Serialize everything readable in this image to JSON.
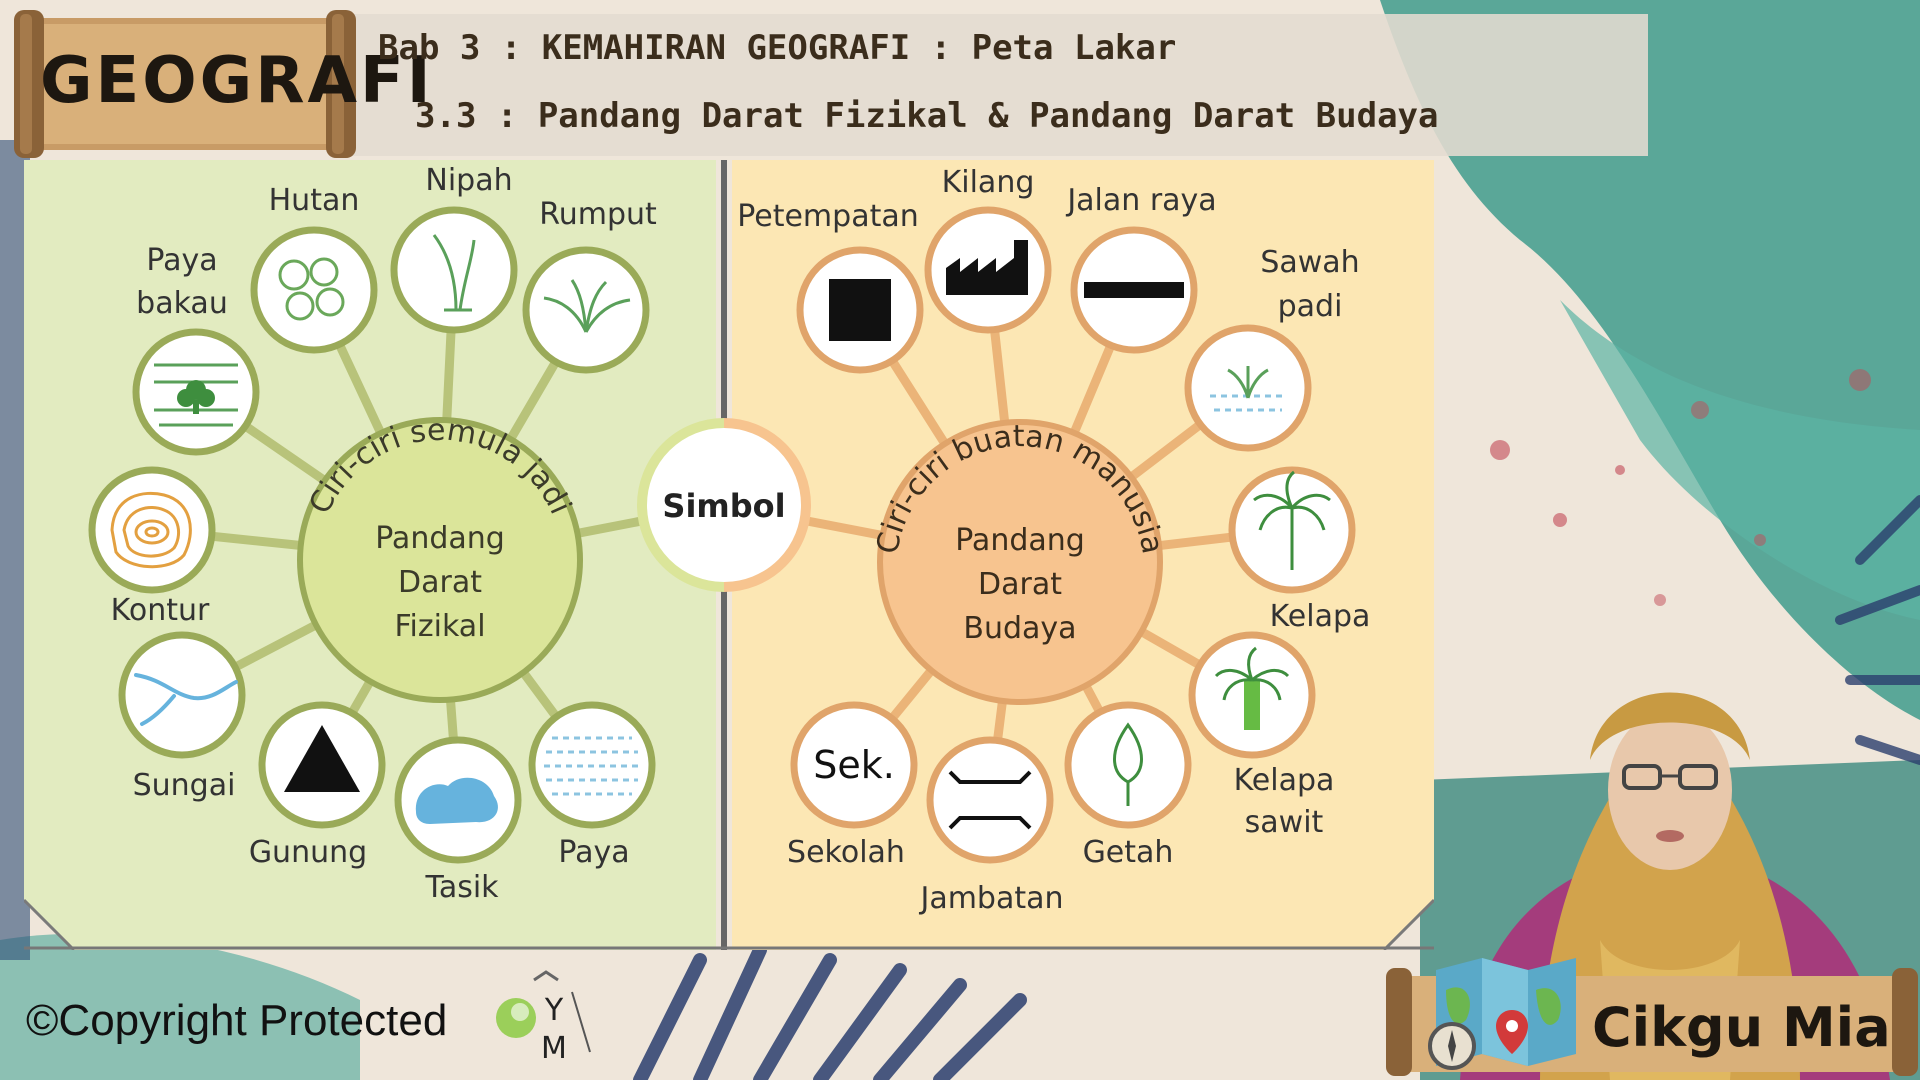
{
  "header": {
    "subject": "GEOGRAFI",
    "chapter": "Bab 3 : KEMAHIRAN GEOGRAFI : Peta Lakar",
    "subtopic": "3.3 : Pandang Darat Fizikal & Pandang Darat Budaya"
  },
  "diagram": {
    "center_label": "Simbol",
    "physical": {
      "arc_label": "Ciri-ciri semula jadi",
      "hub_label": [
        "Pandang",
        "Darat",
        "Fizikal"
      ],
      "items": [
        {
          "label": "Hutan",
          "icon": "forest-icon"
        },
        {
          "label": "Nipah",
          "icon": "nipah-icon"
        },
        {
          "label": "Rumput",
          "icon": "grass-icon"
        },
        {
          "label": "Paya bakau",
          "label_lines": [
            "Paya",
            "bakau"
          ],
          "icon": "mangrove-icon"
        },
        {
          "label": "Kontur",
          "icon": "contour-icon"
        },
        {
          "label": "Sungai",
          "icon": "river-icon"
        },
        {
          "label": "Gunung",
          "icon": "mountain-icon"
        },
        {
          "label": "Tasik",
          "icon": "lake-icon"
        },
        {
          "label": "Paya",
          "icon": "swamp-icon"
        }
      ]
    },
    "cultural": {
      "arc_label": "Ciri-ciri buatan manusia",
      "hub_label": [
        "Pandang",
        "Darat",
        "Budaya"
      ],
      "items": [
        {
          "label": "Petempatan",
          "icon": "settlement-icon"
        },
        {
          "label": "Kilang",
          "icon": "factory-icon"
        },
        {
          "label": "Jalan raya",
          "icon": "road-icon"
        },
        {
          "label": "Sawah padi",
          "label_lines": [
            "Sawah",
            "padi"
          ],
          "icon": "paddy-field-icon"
        },
        {
          "label": "Kelapa",
          "icon": "coconut-icon"
        },
        {
          "label": "Kelapa sawit",
          "label_lines": [
            "Kelapa",
            "sawit"
          ],
          "icon": "oil-palm-icon"
        },
        {
          "label": "Getah",
          "icon": "rubber-icon"
        },
        {
          "label": "Jambatan",
          "icon": "bridge-icon"
        },
        {
          "label": "Sekolah",
          "icon": "school-icon",
          "symbol_text": "Sek."
        }
      ]
    }
  },
  "footer": {
    "copyright": "©Copyright Protected",
    "logo_letters": "YM",
    "presenter_name": "Cikgu Mia"
  },
  "colors": {
    "physical_panel": "#e2ebc0",
    "physical_hub": "#dbe59a",
    "cultural_panel": "#fce7b4",
    "cultural_hub": "#f7c48f",
    "ring_green": "#9aaa58",
    "ring_orange": "#e0a46a",
    "teal_bg": "#3f9b8c"
  }
}
